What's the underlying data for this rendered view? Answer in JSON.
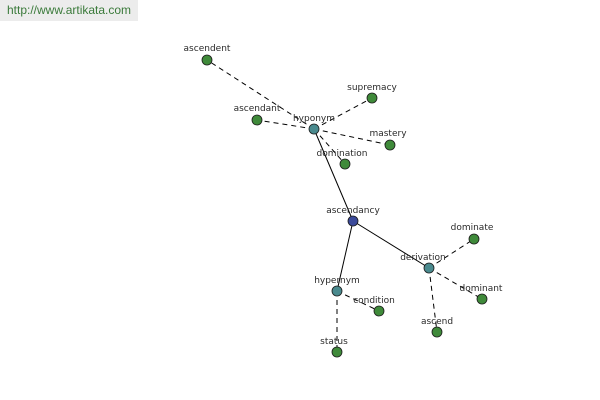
{
  "site": {
    "url_text": "http://www.artikata.com"
  },
  "colors": {
    "center": "#3b4a9a",
    "hub": "#4a8a8e",
    "leaf": "#3f8a3a",
    "edge": "#000000",
    "banner_text": "#3a7a3a",
    "banner_bg": "#ececec"
  },
  "graph": {
    "nodes": [
      {
        "id": "ascendancy",
        "label": "ascendancy",
        "kind": "center"
      },
      {
        "id": "hyponym",
        "label": "hyponym",
        "kind": "hub"
      },
      {
        "id": "hypernym",
        "label": "hypernym",
        "kind": "hub"
      },
      {
        "id": "derivation",
        "label": "derivation",
        "kind": "hub"
      },
      {
        "id": "ascendent",
        "label": "ascendent",
        "kind": "leaf"
      },
      {
        "id": "ascendant",
        "label": "ascendant",
        "kind": "leaf"
      },
      {
        "id": "supremacy",
        "label": "supremacy",
        "kind": "leaf"
      },
      {
        "id": "mastery",
        "label": "mastery",
        "kind": "leaf"
      },
      {
        "id": "domination",
        "label": "domination",
        "kind": "leaf"
      },
      {
        "id": "condition",
        "label": "condition",
        "kind": "leaf"
      },
      {
        "id": "status",
        "label": "status",
        "kind": "leaf"
      },
      {
        "id": "dominate",
        "label": "dominate",
        "kind": "leaf"
      },
      {
        "id": "dominant",
        "label": "dominant",
        "kind": "leaf"
      },
      {
        "id": "ascend",
        "label": "ascend",
        "kind": "leaf"
      }
    ],
    "edges": [
      {
        "from": "ascendancy",
        "to": "hyponym",
        "style": "solid"
      },
      {
        "from": "ascendancy",
        "to": "hypernym",
        "style": "solid"
      },
      {
        "from": "ascendancy",
        "to": "derivation",
        "style": "solid"
      },
      {
        "from": "hyponym",
        "to": "ascendent",
        "style": "dashed"
      },
      {
        "from": "hyponym",
        "to": "ascendant",
        "style": "dashed"
      },
      {
        "from": "hyponym",
        "to": "supremacy",
        "style": "dashed"
      },
      {
        "from": "hyponym",
        "to": "mastery",
        "style": "dashed"
      },
      {
        "from": "hyponym",
        "to": "domination",
        "style": "dashed"
      },
      {
        "from": "hypernym",
        "to": "condition",
        "style": "dashed"
      },
      {
        "from": "hypernym",
        "to": "status",
        "style": "dashed"
      },
      {
        "from": "derivation",
        "to": "dominate",
        "style": "dashed"
      },
      {
        "from": "derivation",
        "to": "dominant",
        "style": "dashed"
      },
      {
        "from": "derivation",
        "to": "ascend",
        "style": "dashed"
      }
    ]
  }
}
